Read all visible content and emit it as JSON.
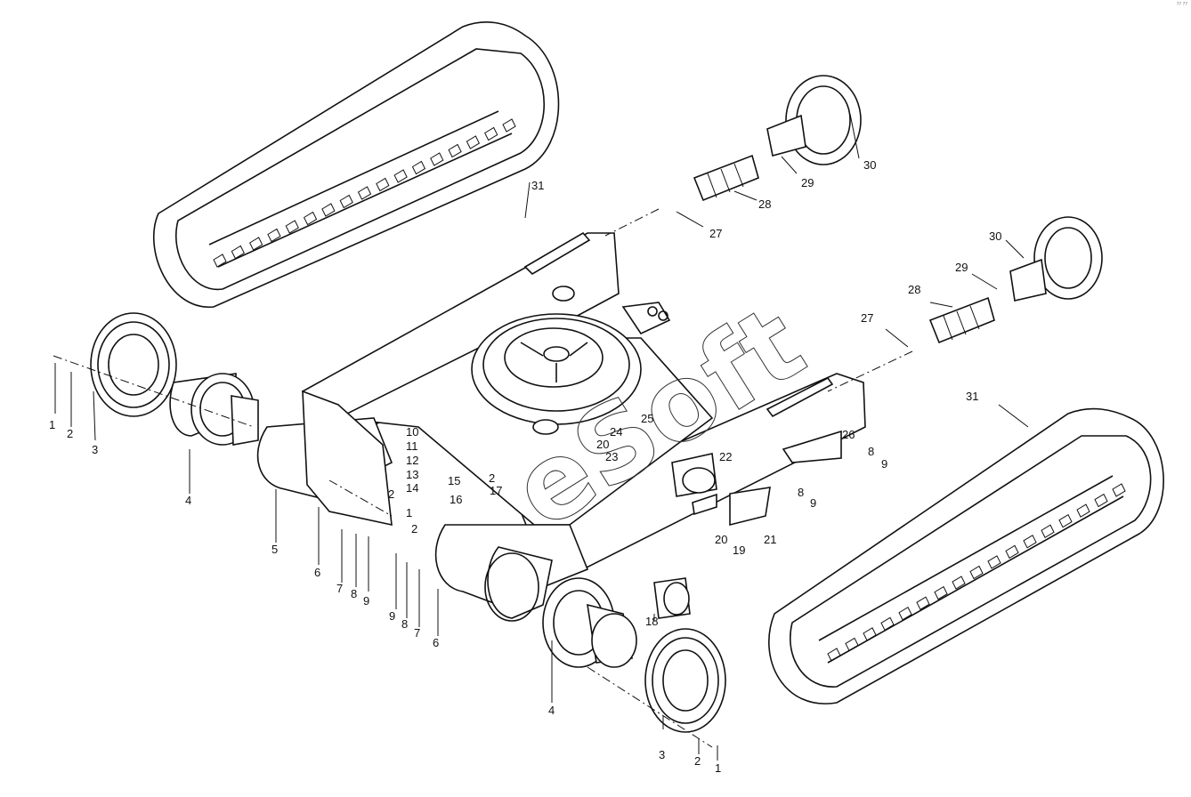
{
  "watermark": "eSoft",
  "corner_mark": "?? ??",
  "callouts": [
    {
      "id": "c1a",
      "text": "1"
    },
    {
      "id": "c2a",
      "text": "2"
    },
    {
      "id": "c3a",
      "text": "3"
    },
    {
      "id": "c4a",
      "text": "4"
    },
    {
      "id": "c5",
      "text": "5"
    },
    {
      "id": "c6a",
      "text": "6"
    },
    {
      "id": "c7a",
      "text": "7"
    },
    {
      "id": "c8a",
      "text": "8"
    },
    {
      "id": "c9a",
      "text": "9"
    },
    {
      "id": "c2b",
      "text": "2"
    },
    {
      "id": "c10",
      "text": "10"
    },
    {
      "id": "c11",
      "text": "11"
    },
    {
      "id": "c12",
      "text": "12"
    },
    {
      "id": "c13",
      "text": "13"
    },
    {
      "id": "c14",
      "text": "14"
    },
    {
      "id": "c15",
      "text": "15"
    },
    {
      "id": "c16",
      "text": "16"
    },
    {
      "id": "c17",
      "text": "17"
    },
    {
      "id": "c2c",
      "text": "2"
    },
    {
      "id": "c1b",
      "text": "1"
    },
    {
      "id": "c2d",
      "text": "2"
    },
    {
      "id": "c9b",
      "text": "9"
    },
    {
      "id": "c8b",
      "text": "8"
    },
    {
      "id": "c7b",
      "text": "7"
    },
    {
      "id": "c6b",
      "text": "6"
    },
    {
      "id": "c4b",
      "text": "4"
    },
    {
      "id": "c3b",
      "text": "3"
    },
    {
      "id": "c2e",
      "text": "2"
    },
    {
      "id": "c1c",
      "text": "1"
    },
    {
      "id": "c18",
      "text": "18"
    },
    {
      "id": "c19",
      "text": "19"
    },
    {
      "id": "c20a",
      "text": "20"
    },
    {
      "id": "c21",
      "text": "21"
    },
    {
      "id": "c8c",
      "text": "8"
    },
    {
      "id": "c9c",
      "text": "9"
    },
    {
      "id": "c8d",
      "text": "8"
    },
    {
      "id": "c9d",
      "text": "9"
    },
    {
      "id": "c26",
      "text": "26"
    },
    {
      "id": "c22",
      "text": "22"
    },
    {
      "id": "c23",
      "text": "23"
    },
    {
      "id": "c20b",
      "text": "20"
    },
    {
      "id": "c24",
      "text": "24"
    },
    {
      "id": "c25",
      "text": "25"
    },
    {
      "id": "c27a",
      "text": "27"
    },
    {
      "id": "c28a",
      "text": "28"
    },
    {
      "id": "c29a",
      "text": "29"
    },
    {
      "id": "c30a",
      "text": "30"
    },
    {
      "id": "c31a",
      "text": "31"
    },
    {
      "id": "c27b",
      "text": "27"
    },
    {
      "id": "c28b",
      "text": "28"
    },
    {
      "id": "c29b",
      "text": "29"
    },
    {
      "id": "c30b",
      "text": "30"
    },
    {
      "id": "c31b",
      "text": "31"
    }
  ]
}
